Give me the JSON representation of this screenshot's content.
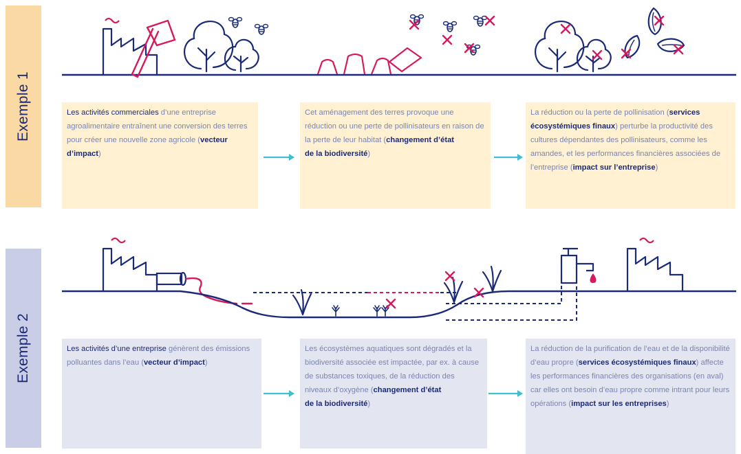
{
  "example1": {
    "label": "Exemple 1",
    "box1": {
      "lead": "Les activités commerciales",
      "t1": " d’une entreprise agroalimentaire entraînent une conversion des terres pour créer une nouvelle zone agricole (",
      "bold": "vecteur d’impact",
      "t2": ")"
    },
    "box2": {
      "t1": "Cet aménagement des terres provoque une réduction ou une perte de pollinisateurs en raison de la perte de leur habitat (",
      "bold1": "changement d’état",
      "bold2": "de la biodiversité",
      "t2": ")"
    },
    "box3": {
      "t1": "La réduction ou la perte de pollinisation (",
      "bold": "services écosystémiques finaux",
      "t2": ") perturbe la productivité des cultures dépendantes des pollinisateurs, comme les amandes, et les performances financières associées de l’entreprise (",
      "bold2": "impact sur l’entreprise",
      "t3": ")"
    }
  },
  "example2": {
    "label": "Exemple 2",
    "box1": {
      "lead": "Les activités d’une entreprise",
      "t1": " génèrent des émissions polluantes dans l’eau (",
      "bold": "vecteur d’impact",
      "t2": ")"
    },
    "box2": {
      "t1": "Les écosystèmes aquatiques sont dégradés et la biodiversité associée est impactée, par ex. à cause de substances toxiques, de la réduction des niveaux d’oxygène (",
      "bold1": "changement d’état",
      "bold2": "de la biodiversité",
      "t2": ")"
    },
    "box3": {
      "t1": "La réduction de la purification de l’eau et de la disponibilité d’eau propre (",
      "bold": "services écosystémiques finaux",
      "t2": ") affecte les performances financières des organisations (en aval) car elles ont besoin d’eau propre comme intrant pour leurs opérations (",
      "bold2": "impact sur les entreprises",
      "t3": ")"
    }
  },
  "colors": {
    "navy": "#1b2a78",
    "accent": "#d6195d",
    "arrow": "#3fbfce",
    "yellow_panel": "#fbd9a4",
    "blue_panel": "#c9cde6"
  },
  "icons": [
    "factory-icon",
    "axe-icon",
    "tree-icon",
    "bee-icon",
    "stump-icon",
    "almond-icon",
    "pipe-icon",
    "faucet-icon",
    "grass-icon",
    "cross-icon"
  ]
}
